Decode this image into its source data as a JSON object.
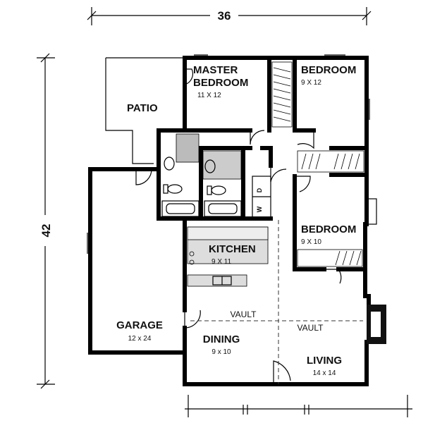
{
  "dimensions": {
    "width": "36",
    "depth": "42"
  },
  "rooms": {
    "master_bedroom": {
      "line1": "MASTER",
      "line2": "BEDROOM",
      "size": "11 X 12"
    },
    "bedroom_top": {
      "name": "BEDROOM",
      "size": "9 X 12"
    },
    "bedroom_mid": {
      "name": "BEDROOM",
      "size": "9 X 10"
    },
    "patio": {
      "name": "PATIO"
    },
    "kitchen": {
      "name": "KITCHEN",
      "size": "9 X 11"
    },
    "garage": {
      "name": "GARAGE",
      "size": "12 x 24"
    },
    "dining": {
      "name": "DINING",
      "size": "9 x 10"
    },
    "living": {
      "name": "LIVING",
      "size": "14 x 14"
    }
  },
  "ceiling_notes": {
    "vault_dining": "VAULT",
    "vault_living": "VAULT"
  },
  "laundry": {
    "dryer": "D",
    "washer": "W"
  }
}
